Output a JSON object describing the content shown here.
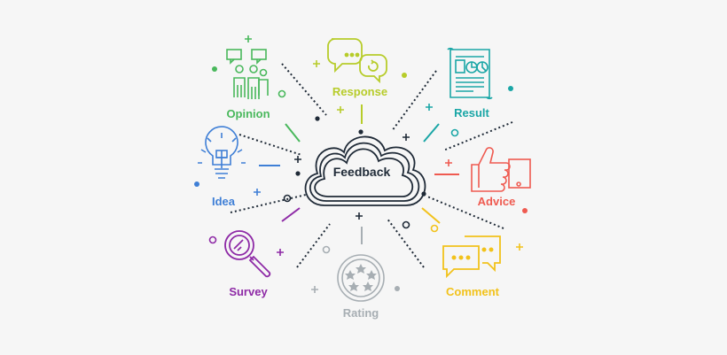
{
  "center": {
    "label": "Feedback",
    "color": "#1f2a37"
  },
  "nodes": {
    "opinion": {
      "label": "Opinion",
      "color": "#49b85c",
      "icon": "people-speech-icon"
    },
    "response": {
      "label": "Response",
      "color": "#b7cc2a",
      "icon": "chat-bubbles-icon"
    },
    "result": {
      "label": "Result",
      "color": "#1aa6a6",
      "icon": "report-document-icon"
    },
    "advice": {
      "label": "Advice",
      "color": "#ef5a50",
      "icon": "thumbs-up-icon"
    },
    "comment": {
      "label": "Comment",
      "color": "#f2c21b",
      "icon": "comment-bubbles-icon"
    },
    "rating": {
      "label": "Rating",
      "color": "#a7aeb3",
      "icon": "star-rating-icon"
    },
    "survey": {
      "label": "Survey",
      "color": "#8e2aa6",
      "icon": "magnifier-icon"
    },
    "idea": {
      "label": "Idea",
      "color": "#3f7fd6",
      "icon": "lightbulb-icon"
    }
  }
}
